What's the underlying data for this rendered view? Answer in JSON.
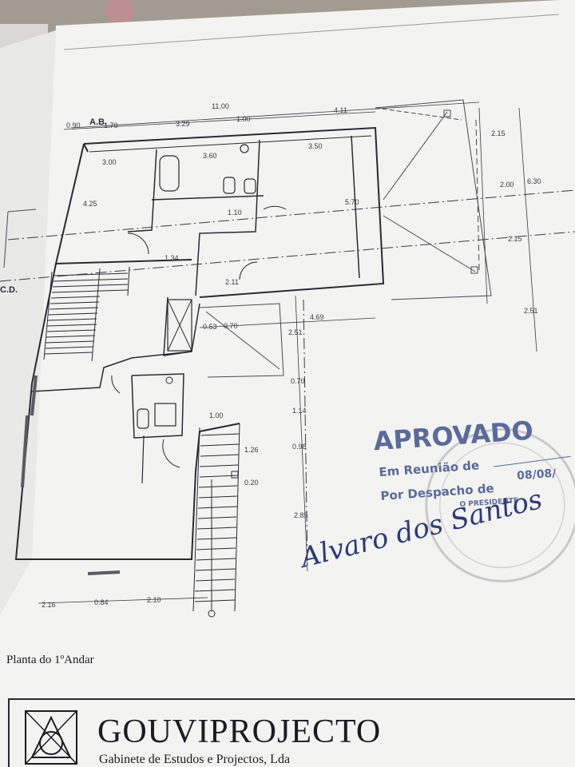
{
  "drawing": {
    "title": "Planta do 1ºAndar",
    "corner_labels": [
      "A.B.",
      "C.D."
    ],
    "dimensions_top": [
      "0.90",
      "1.70",
      "11.00",
      "3.29",
      "1.00",
      "4.11"
    ],
    "dimensions_interior": [
      "3.00",
      "3.60",
      "3.50",
      "4.25",
      "1.10",
      "5.70",
      "1.34",
      "2.11",
      "0.53",
      "0.70",
      "4.69",
      "1.00",
      "1.26",
      "0.20"
    ],
    "dimensions_right": [
      "2.15",
      "2.00",
      "6.30",
      "2.15",
      "2.51"
    ],
    "dimensions_vertical": [
      "2.51",
      "0.70",
      "1.14",
      "0.98",
      "2.85"
    ],
    "dimensions_bottom": [
      "2.16",
      "0.84",
      "2.10"
    ]
  },
  "stamp": {
    "heading": "APROVADO",
    "line1": "Em Reunião de",
    "line2": "Por Despacho de",
    "date": "08/08/",
    "role": "O PRESIDENTE",
    "signature": "Alvaro dos Santos"
  },
  "title_block": {
    "company": "GOUVIPROJECTO",
    "subtitle": "Gabinete de Estudos e Projectos, Lda"
  }
}
